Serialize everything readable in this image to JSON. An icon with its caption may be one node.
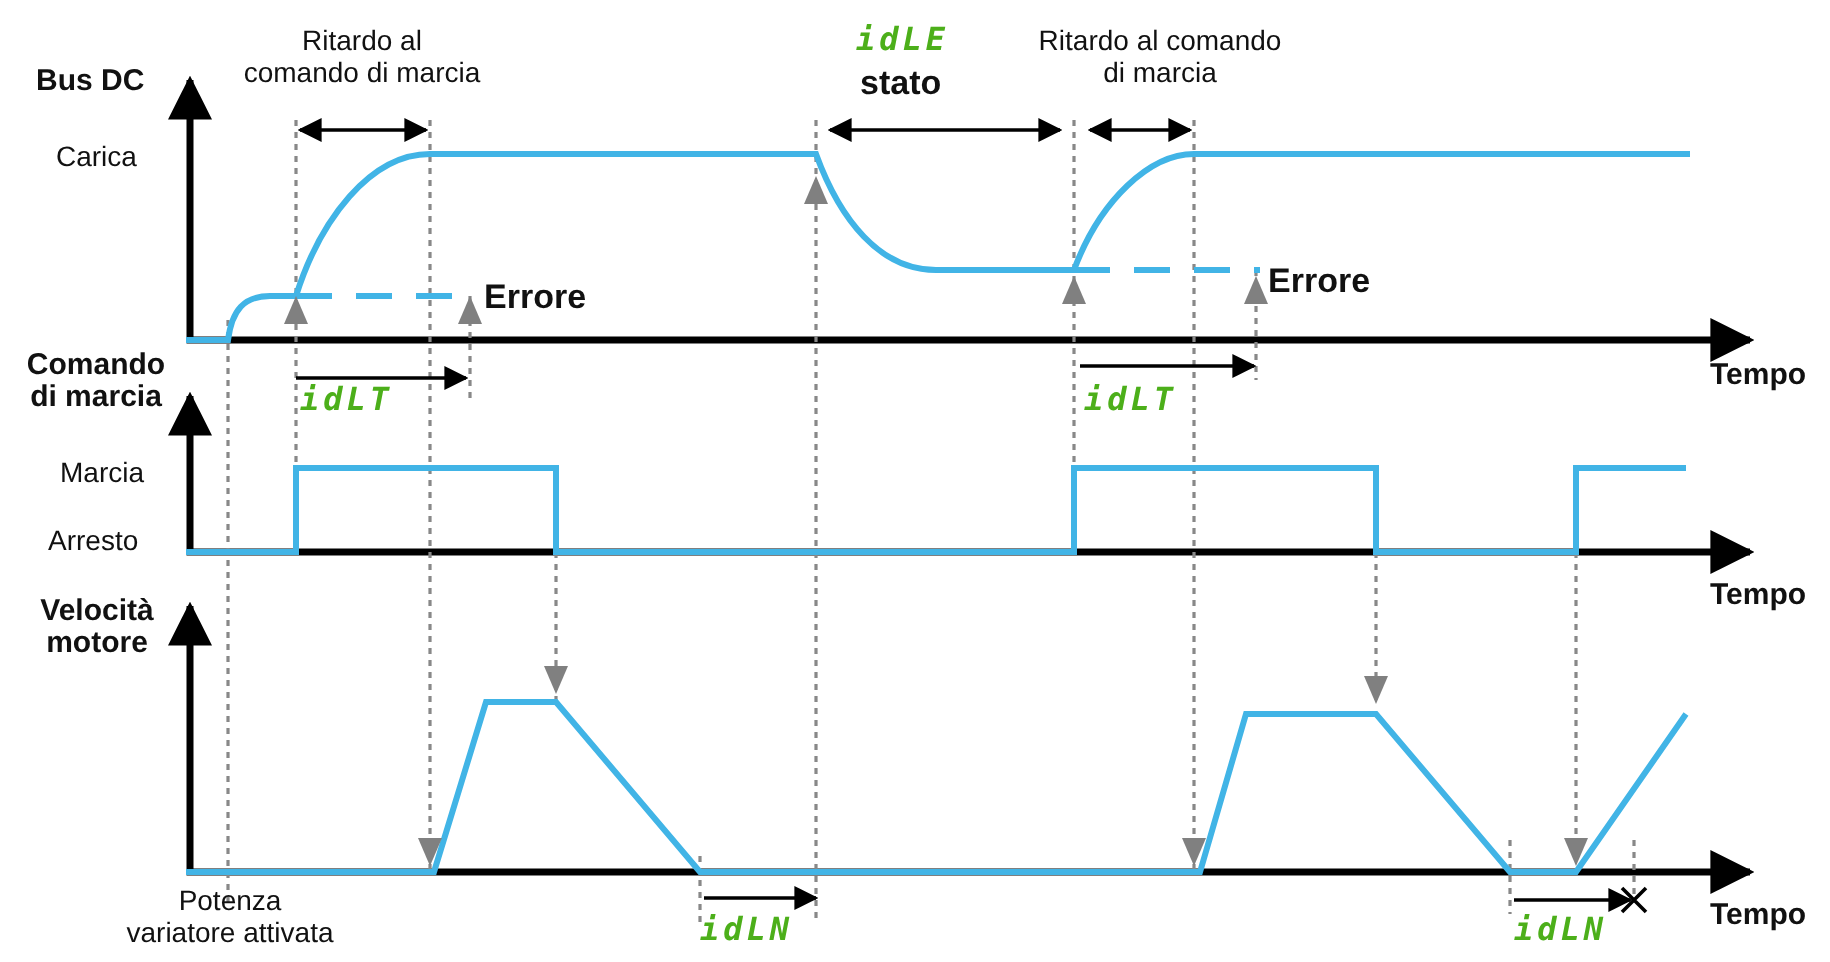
{
  "diagram": {
    "labels": [
      "Ritardo al comando di marcia",
      "idLE",
      "Ritardo al comando di marcia",
      "Bus DC",
      "stato",
      "Carica",
      "Errore",
      "Errore",
      "Comando di marcia",
      "Tempo",
      "idLT",
      "idLT",
      "Marcia",
      "Arresto",
      "Tempo",
      "Velocità motore",
      "Tempo",
      "Potenza variatore attivata",
      "idLN",
      "idLN"
    ]
  }
}
